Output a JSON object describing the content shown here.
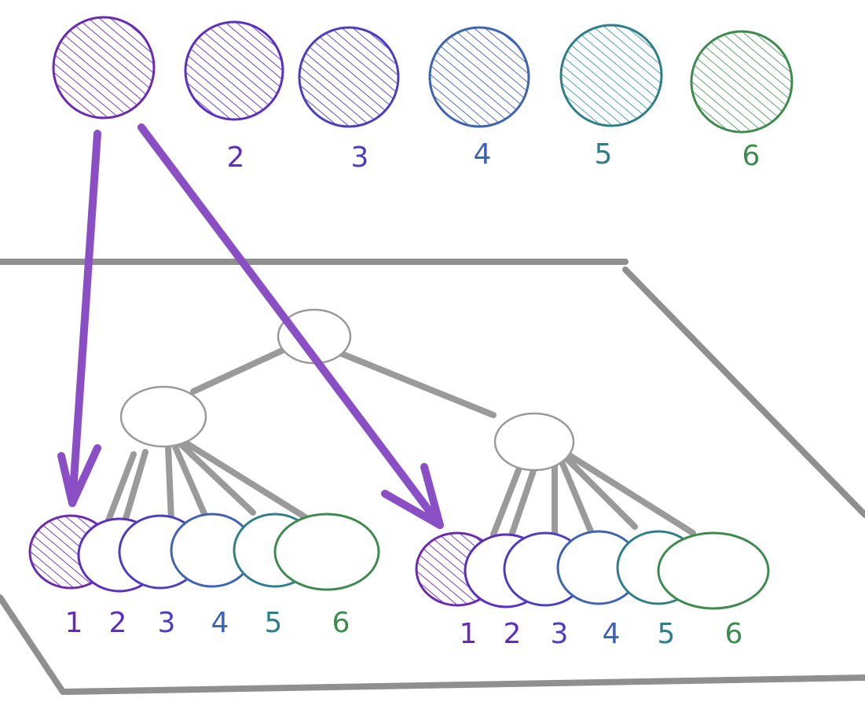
{
  "colors": {
    "c1": "#6a2bb0",
    "c2": "#5a2fc2",
    "c3": "#4a3fc0",
    "c4": "#3f63b0",
    "c5": "#2f7e8a",
    "c6": "#3f8a4f",
    "arrow": "#8a4fc4",
    "gray": "#8f8f8f"
  },
  "top_row": {
    "labels": [
      "",
      "2",
      "3",
      "4",
      "5",
      "6"
    ]
  },
  "left_group": {
    "labels": [
      "1",
      "2",
      "3",
      "4",
      "5",
      "6"
    ]
  },
  "right_group": {
    "labels": [
      "1",
      "2",
      "3",
      "4",
      "5",
      "6"
    ]
  }
}
